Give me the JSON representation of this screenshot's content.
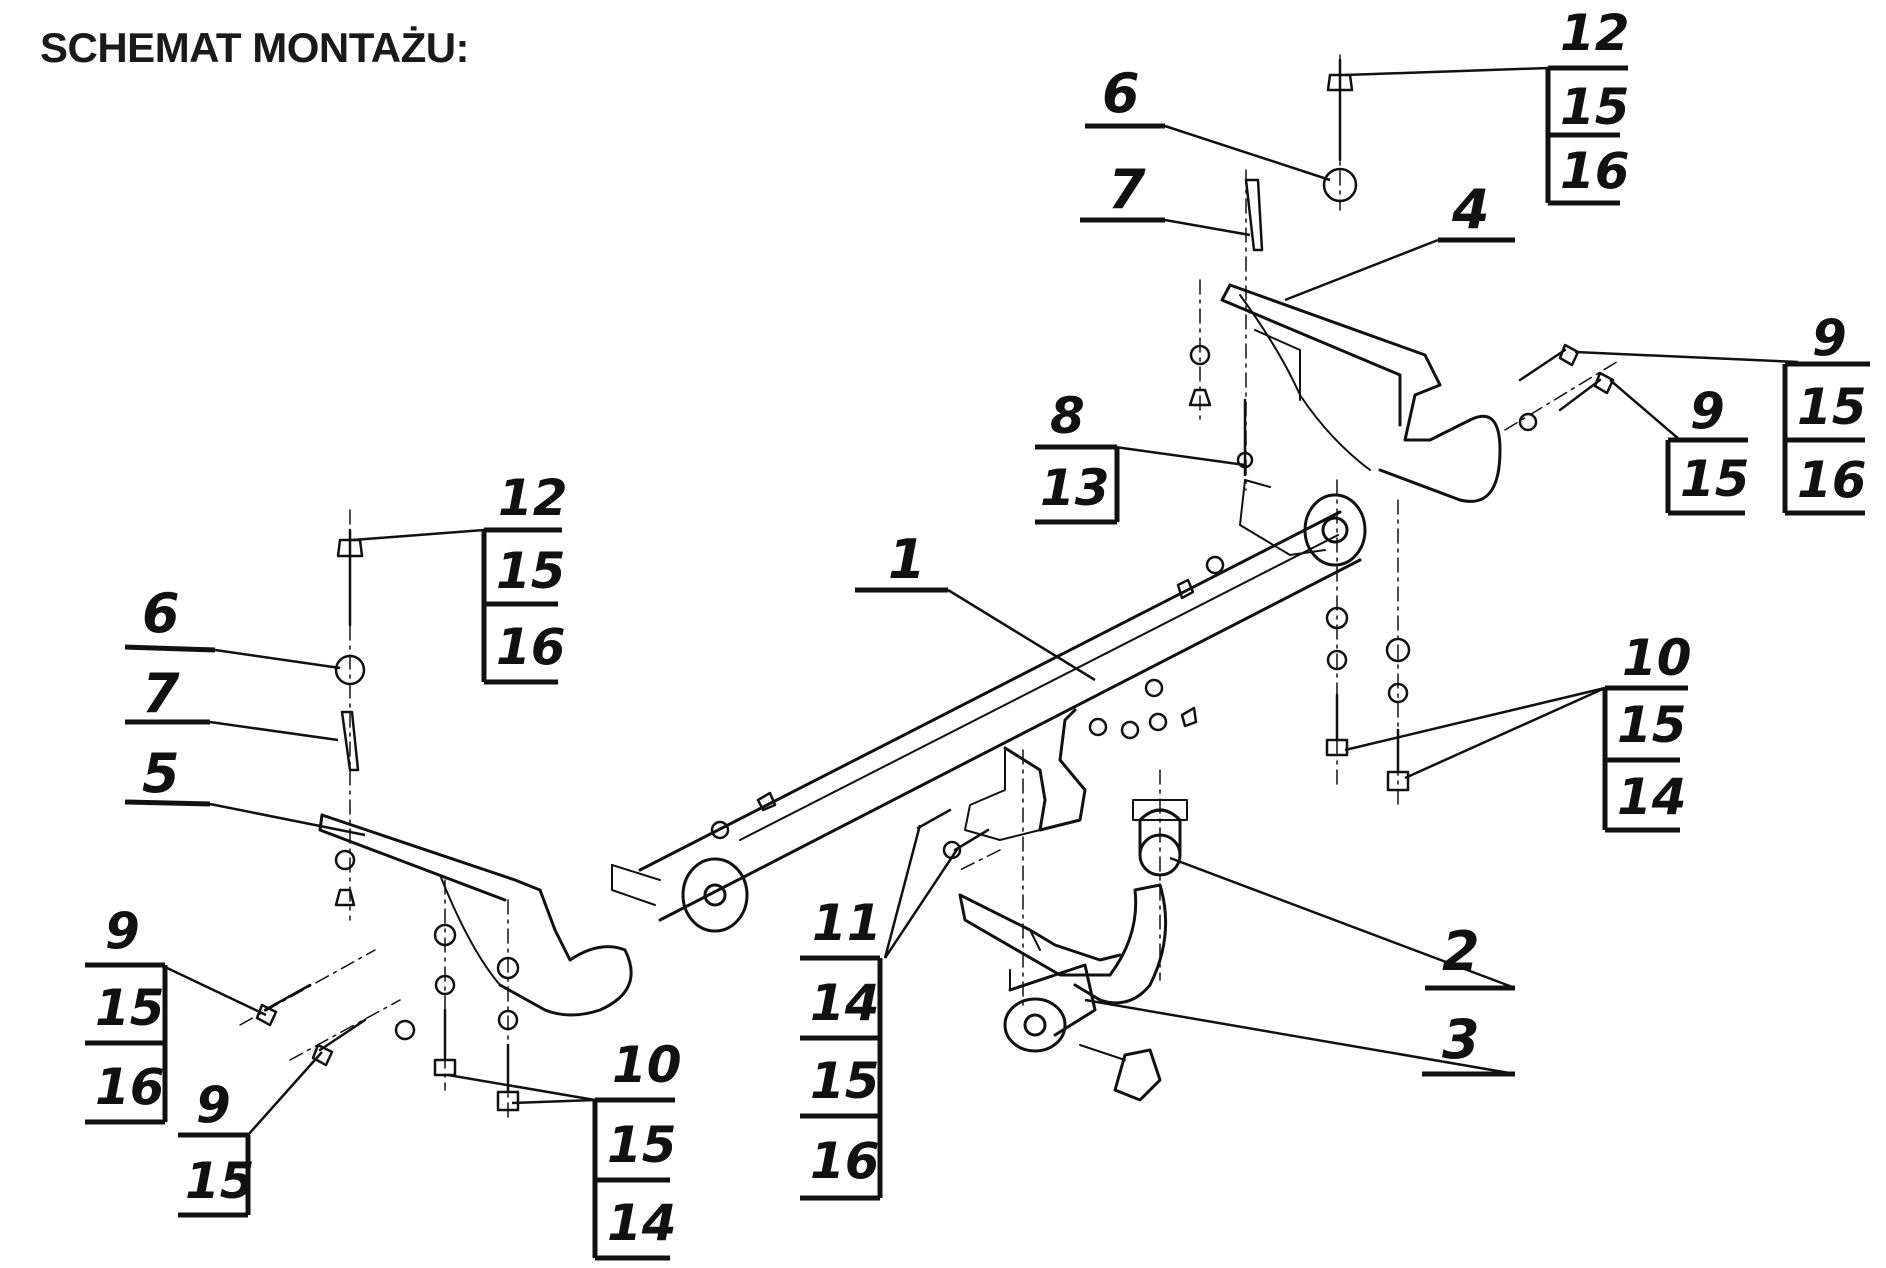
{
  "title": "SCHEMAT MONTAŻU:",
  "callouts": [
    {
      "id": "c-12-top",
      "nums": [
        "12",
        "15",
        "16"
      ]
    },
    {
      "id": "c-6-top",
      "nums": [
        "6"
      ]
    },
    {
      "id": "c-7-top",
      "nums": [
        "7"
      ]
    },
    {
      "id": "c-4",
      "nums": [
        "4"
      ]
    },
    {
      "id": "c-8",
      "nums": [
        "8",
        "13"
      ]
    },
    {
      "id": "c-9-right-a",
      "nums": [
        "9",
        "15",
        "16"
      ]
    },
    {
      "id": "c-9-right-b",
      "nums": [
        "9",
        "15"
      ]
    },
    {
      "id": "c-1",
      "nums": [
        "1"
      ]
    },
    {
      "id": "c-10-right",
      "nums": [
        "10",
        "15",
        "14"
      ]
    },
    {
      "id": "c-12-left",
      "nums": [
        "12",
        "15",
        "16"
      ]
    },
    {
      "id": "c-6-left",
      "nums": [
        "6"
      ]
    },
    {
      "id": "c-7-left",
      "nums": [
        "7"
      ]
    },
    {
      "id": "c-5",
      "nums": [
        "5"
      ]
    },
    {
      "id": "c-2",
      "nums": [
        "2"
      ]
    },
    {
      "id": "c-11",
      "nums": [
        "11",
        "14",
        "15",
        "16"
      ]
    },
    {
      "id": "c-3",
      "nums": [
        "3"
      ]
    },
    {
      "id": "c-9-left-a",
      "nums": [
        "9",
        "15",
        "16"
      ]
    },
    {
      "id": "c-9-left-b",
      "nums": [
        "9",
        "15"
      ]
    },
    {
      "id": "c-10-left",
      "nums": [
        "10",
        "15",
        "14"
      ]
    }
  ]
}
